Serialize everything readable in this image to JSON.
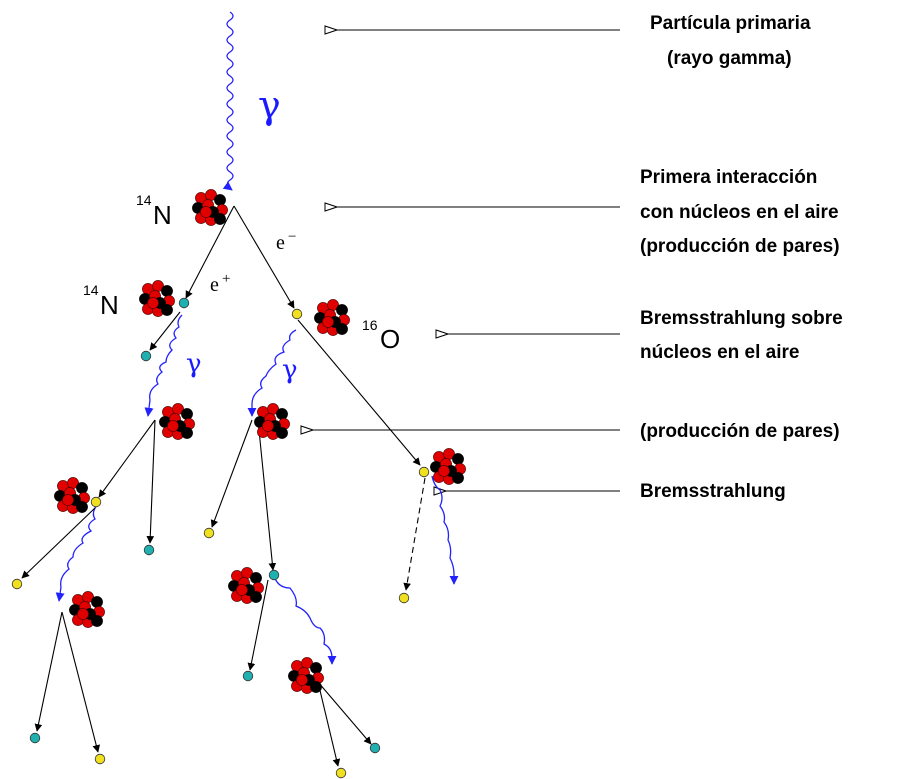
{
  "annotations": {
    "primary_line1": "Partícula primaria",
    "primary_line2": "(rayo gamma)",
    "first_line1": "Primera interacción",
    "first_line2": "con núcleos en el aire",
    "first_line3": "(producción de pares)",
    "brems1_line1": "Bremsstrahlung sobre",
    "brems1_line2": "núcleos en el aire",
    "pair_production": "(producción de pares)",
    "brems2": "Bremsstrahlung"
  },
  "symbols": {
    "gamma": "γ",
    "n_sup": "14",
    "n_el": "N",
    "o_sup": "16",
    "o_el": "O",
    "positron_base": "e",
    "positron_sup": "+",
    "electron_base": "e",
    "electron_sup": "−"
  },
  "colors": {
    "photon": "#2222ff",
    "proton": "#e00000",
    "neutron": "#000000",
    "electron_dot": "#f0e020",
    "positron_dot": "#20b0b0",
    "track": "#000000"
  }
}
